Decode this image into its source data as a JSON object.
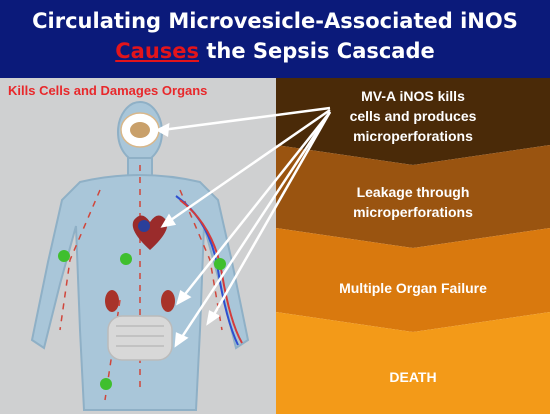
{
  "title": {
    "line1": "Circulating Microvesicle-Associated iNOS",
    "line2_highlight": "Causes",
    "line2_rest": " the Sepsis Cascade"
  },
  "left_panel": {
    "heading": "Kills Cells and Damages Organs"
  },
  "stages": [
    {
      "line1": "MV-A iNOS kills",
      "line2": "cells and produces",
      "line3": "microperforations",
      "color": "#4a2a08"
    },
    {
      "line1": "Leakage through",
      "line2": "microperforations",
      "color": "#9a5410"
    },
    {
      "line1": "Multiple Organ Failure",
      "color": "#d9790e"
    },
    {
      "line1": "DEATH",
      "color": "#f39a18"
    }
  ],
  "colors": {
    "header_bg": "#0b1a7a",
    "accent_red": "#e3141b",
    "body_fill": "#a9c6d9",
    "body_stroke": "#8fb0c6",
    "green_dot": "#3fbf2e"
  }
}
